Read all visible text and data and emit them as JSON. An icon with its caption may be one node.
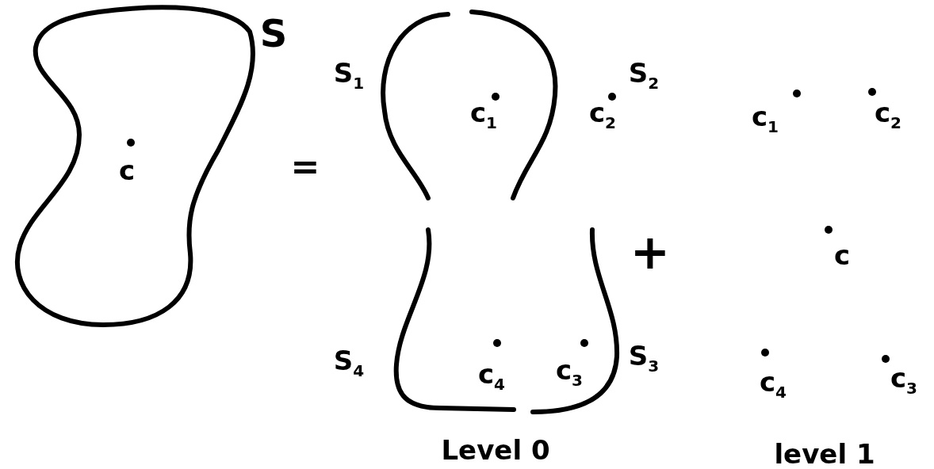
{
  "diagram": {
    "nodes": [
      {
        "text": [
          "c"
        ],
        "beside": [
          "S"
        ]
      },
      {
        "text": [
          "c$_{1}$",
          "c$_{2}$",
          "c$_{4}$",
          "c$_{3}$"
        ],
        "beside": [
          "S$_{1}$",
          "S$_{2}$",
          "S$_{4}$",
          "S$_{3}$"
        ]
      }
    ],
    "labels": [
      "=",
      "+",
      "c$_{1}$",
      "c$_{2}$",
      "c",
      "c$_{4}$",
      "c$_{3}$",
      "Level 0",
      "level 1"
    ]
  }
}
